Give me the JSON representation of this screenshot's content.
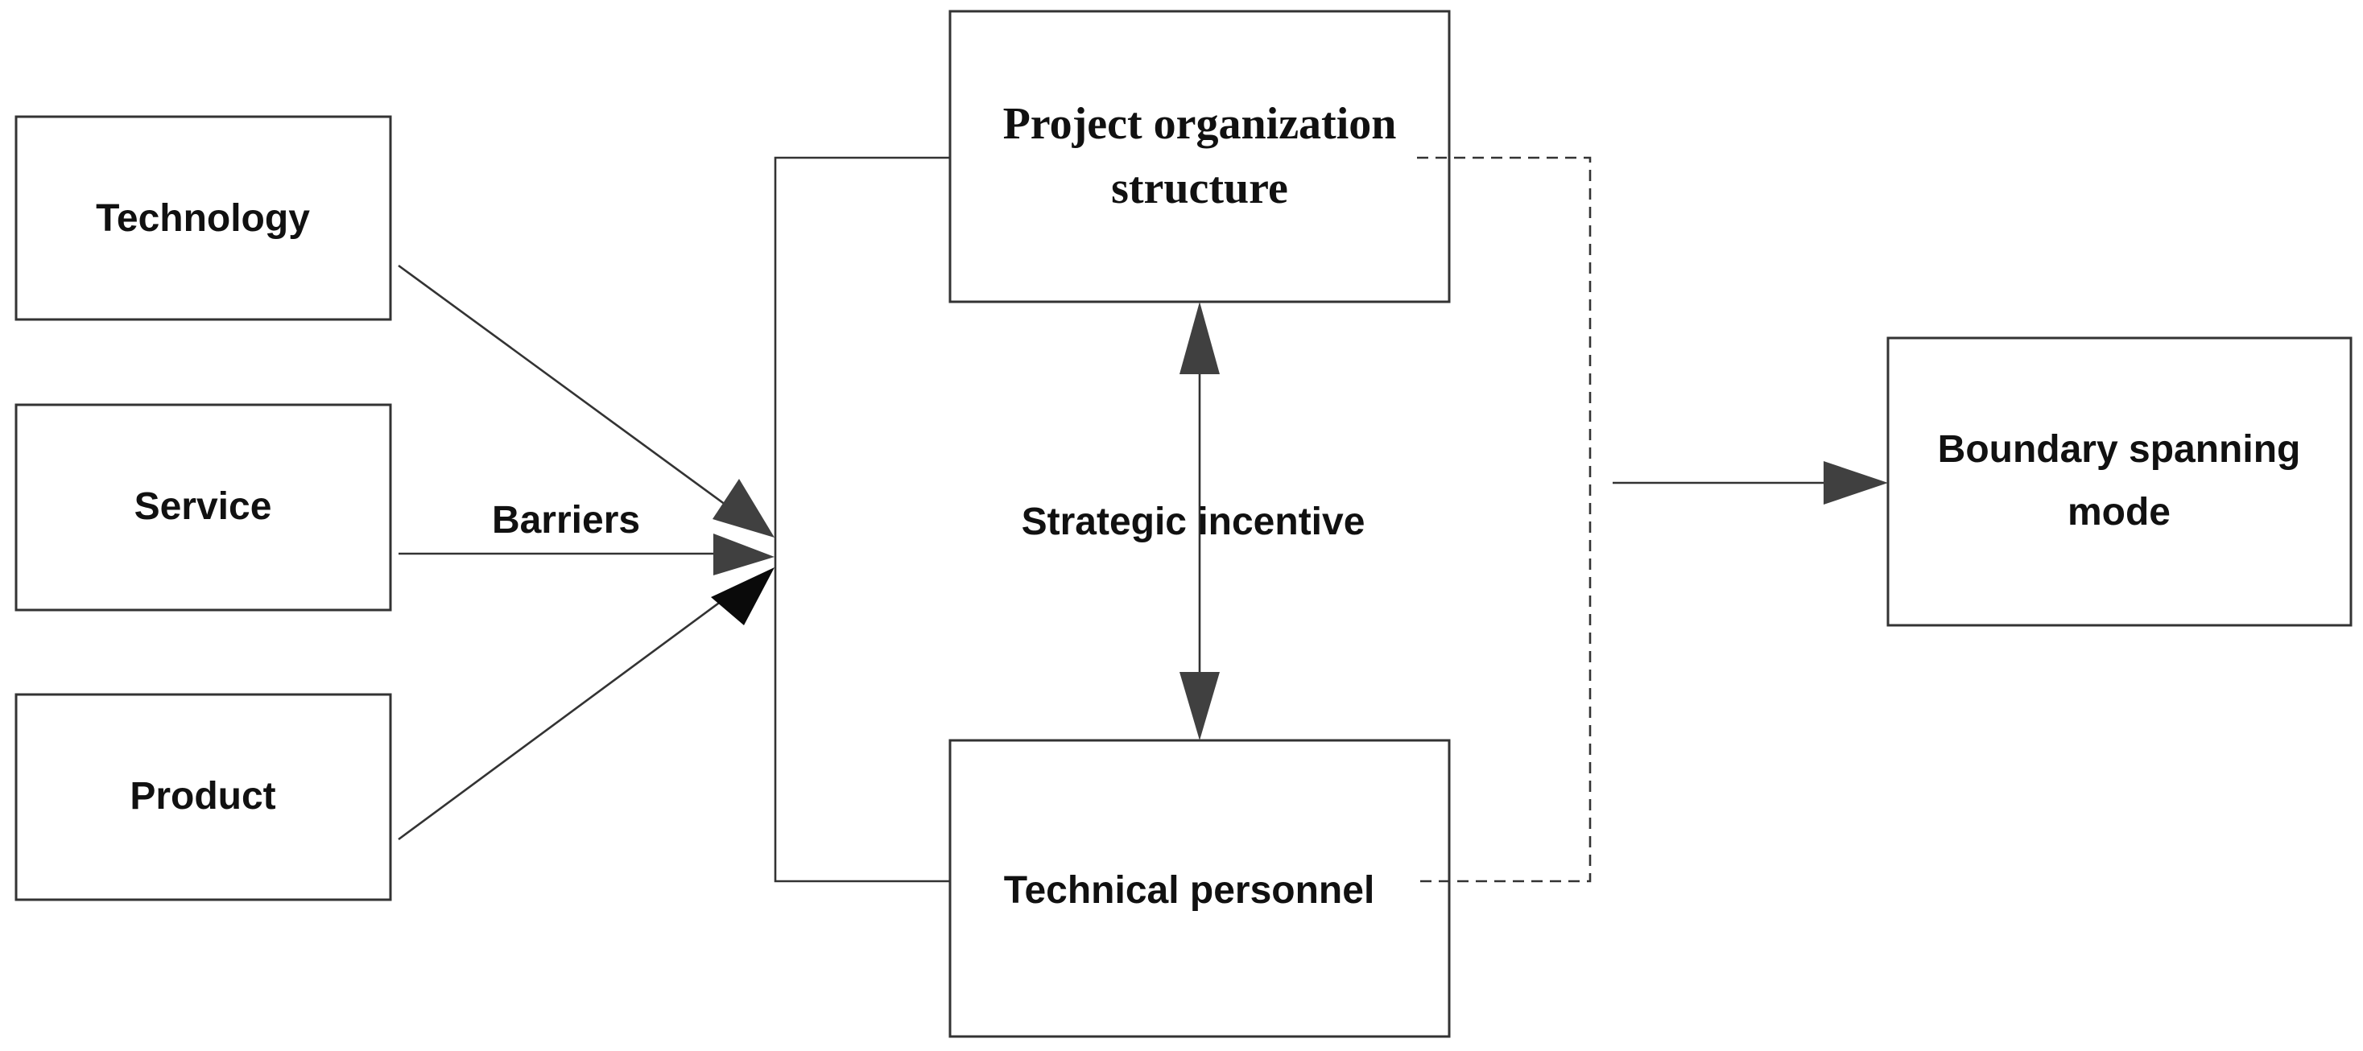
{
  "nodes": {
    "technology": "Technology",
    "service": "Service",
    "product": "Product",
    "project_org_line1": "Project organization",
    "project_org_line2": "structure",
    "technical_personnel": "Technical personnel",
    "boundary_line1": "Boundary spanning",
    "boundary_line2": "mode"
  },
  "edge_labels": {
    "barriers": "Barriers",
    "strategic_incentive": "Strategic incentive"
  }
}
